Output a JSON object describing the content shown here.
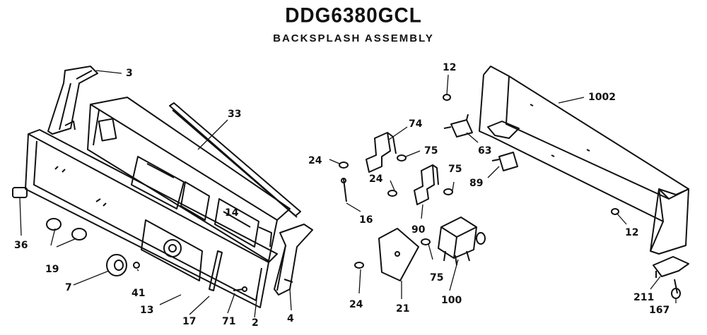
{
  "title": "DDG6380GCL",
  "subtitle": "BACKSPLASH ASSEMBLY",
  "callouts": [
    {
      "id": "c3",
      "text": "3"
    },
    {
      "id": "c33",
      "text": "33"
    },
    {
      "id": "c36",
      "text": "36"
    },
    {
      "id": "c19",
      "text": "19"
    },
    {
      "id": "c7",
      "text": "7"
    },
    {
      "id": "c41",
      "text": "41"
    },
    {
      "id": "c13",
      "text": "13"
    },
    {
      "id": "c17",
      "text": "17"
    },
    {
      "id": "c71",
      "text": "71"
    },
    {
      "id": "c2",
      "text": "2"
    },
    {
      "id": "c4",
      "text": "4"
    },
    {
      "id": "c14",
      "text": "14"
    },
    {
      "id": "c16",
      "text": "16"
    },
    {
      "id": "c24a",
      "text": "24"
    },
    {
      "id": "c24b",
      "text": "24"
    },
    {
      "id": "c24c",
      "text": "24"
    },
    {
      "id": "c74",
      "text": "74"
    },
    {
      "id": "c75a",
      "text": "75"
    },
    {
      "id": "c75b",
      "text": "75"
    },
    {
      "id": "c75c",
      "text": "75"
    },
    {
      "id": "c90",
      "text": "90"
    },
    {
      "id": "c21",
      "text": "21"
    },
    {
      "id": "c100",
      "text": "100"
    },
    {
      "id": "c12a",
      "text": "12"
    },
    {
      "id": "c12b",
      "text": "12"
    },
    {
      "id": "c63",
      "text": "63"
    },
    {
      "id": "c89",
      "text": "89"
    },
    {
      "id": "c1002",
      "text": "1002"
    },
    {
      "id": "c211",
      "text": "211"
    },
    {
      "id": "c167",
      "text": "167"
    }
  ]
}
